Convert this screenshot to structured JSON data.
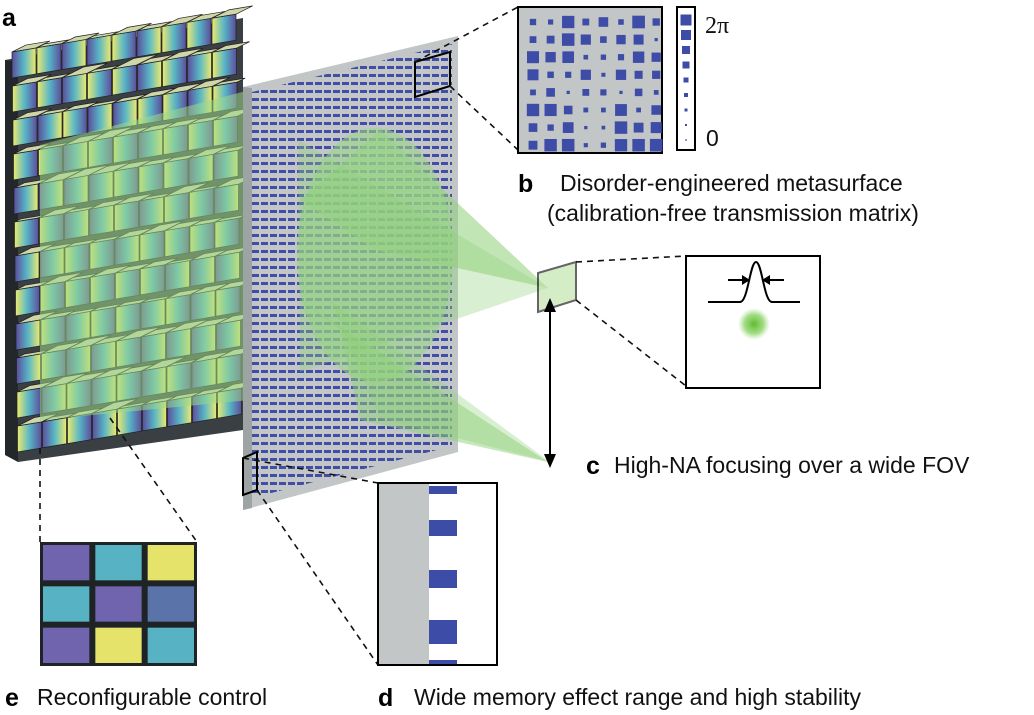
{
  "panels": {
    "a": {
      "letter": "a"
    },
    "b": {
      "letter": "b",
      "line1": "Disorder-engineered metasurface",
      "line2": "(calibration-free transmission matrix)"
    },
    "c": {
      "letter": "c",
      "caption": "High-NA focusing over a wide FOV"
    },
    "d": {
      "letter": "d",
      "caption": "Wide memory effect range and high stability"
    },
    "e": {
      "letter": "e",
      "caption": "Reconfigurable control"
    }
  },
  "phase_scale": {
    "max_label": "2π",
    "min_label": "0"
  },
  "colors": {
    "meta_blue": "#3c4ba6",
    "glass_gray": "#c2c6c6",
    "beam_green": "#8fd07a",
    "focus_green": "#6fbf3a",
    "slm_frame": "#3a3f44",
    "slm_yellow": "#e6e36a",
    "slm_teal": "#57b3c4",
    "slm_purple": "#6f64ad",
    "slm_slate": "#5a73a8"
  },
  "slm_zoom_grid": [
    [
      "purple",
      "teal",
      "yellow"
    ],
    [
      "teal",
      "purple",
      "slate"
    ],
    [
      "purple",
      "yellow",
      "teal"
    ]
  ]
}
